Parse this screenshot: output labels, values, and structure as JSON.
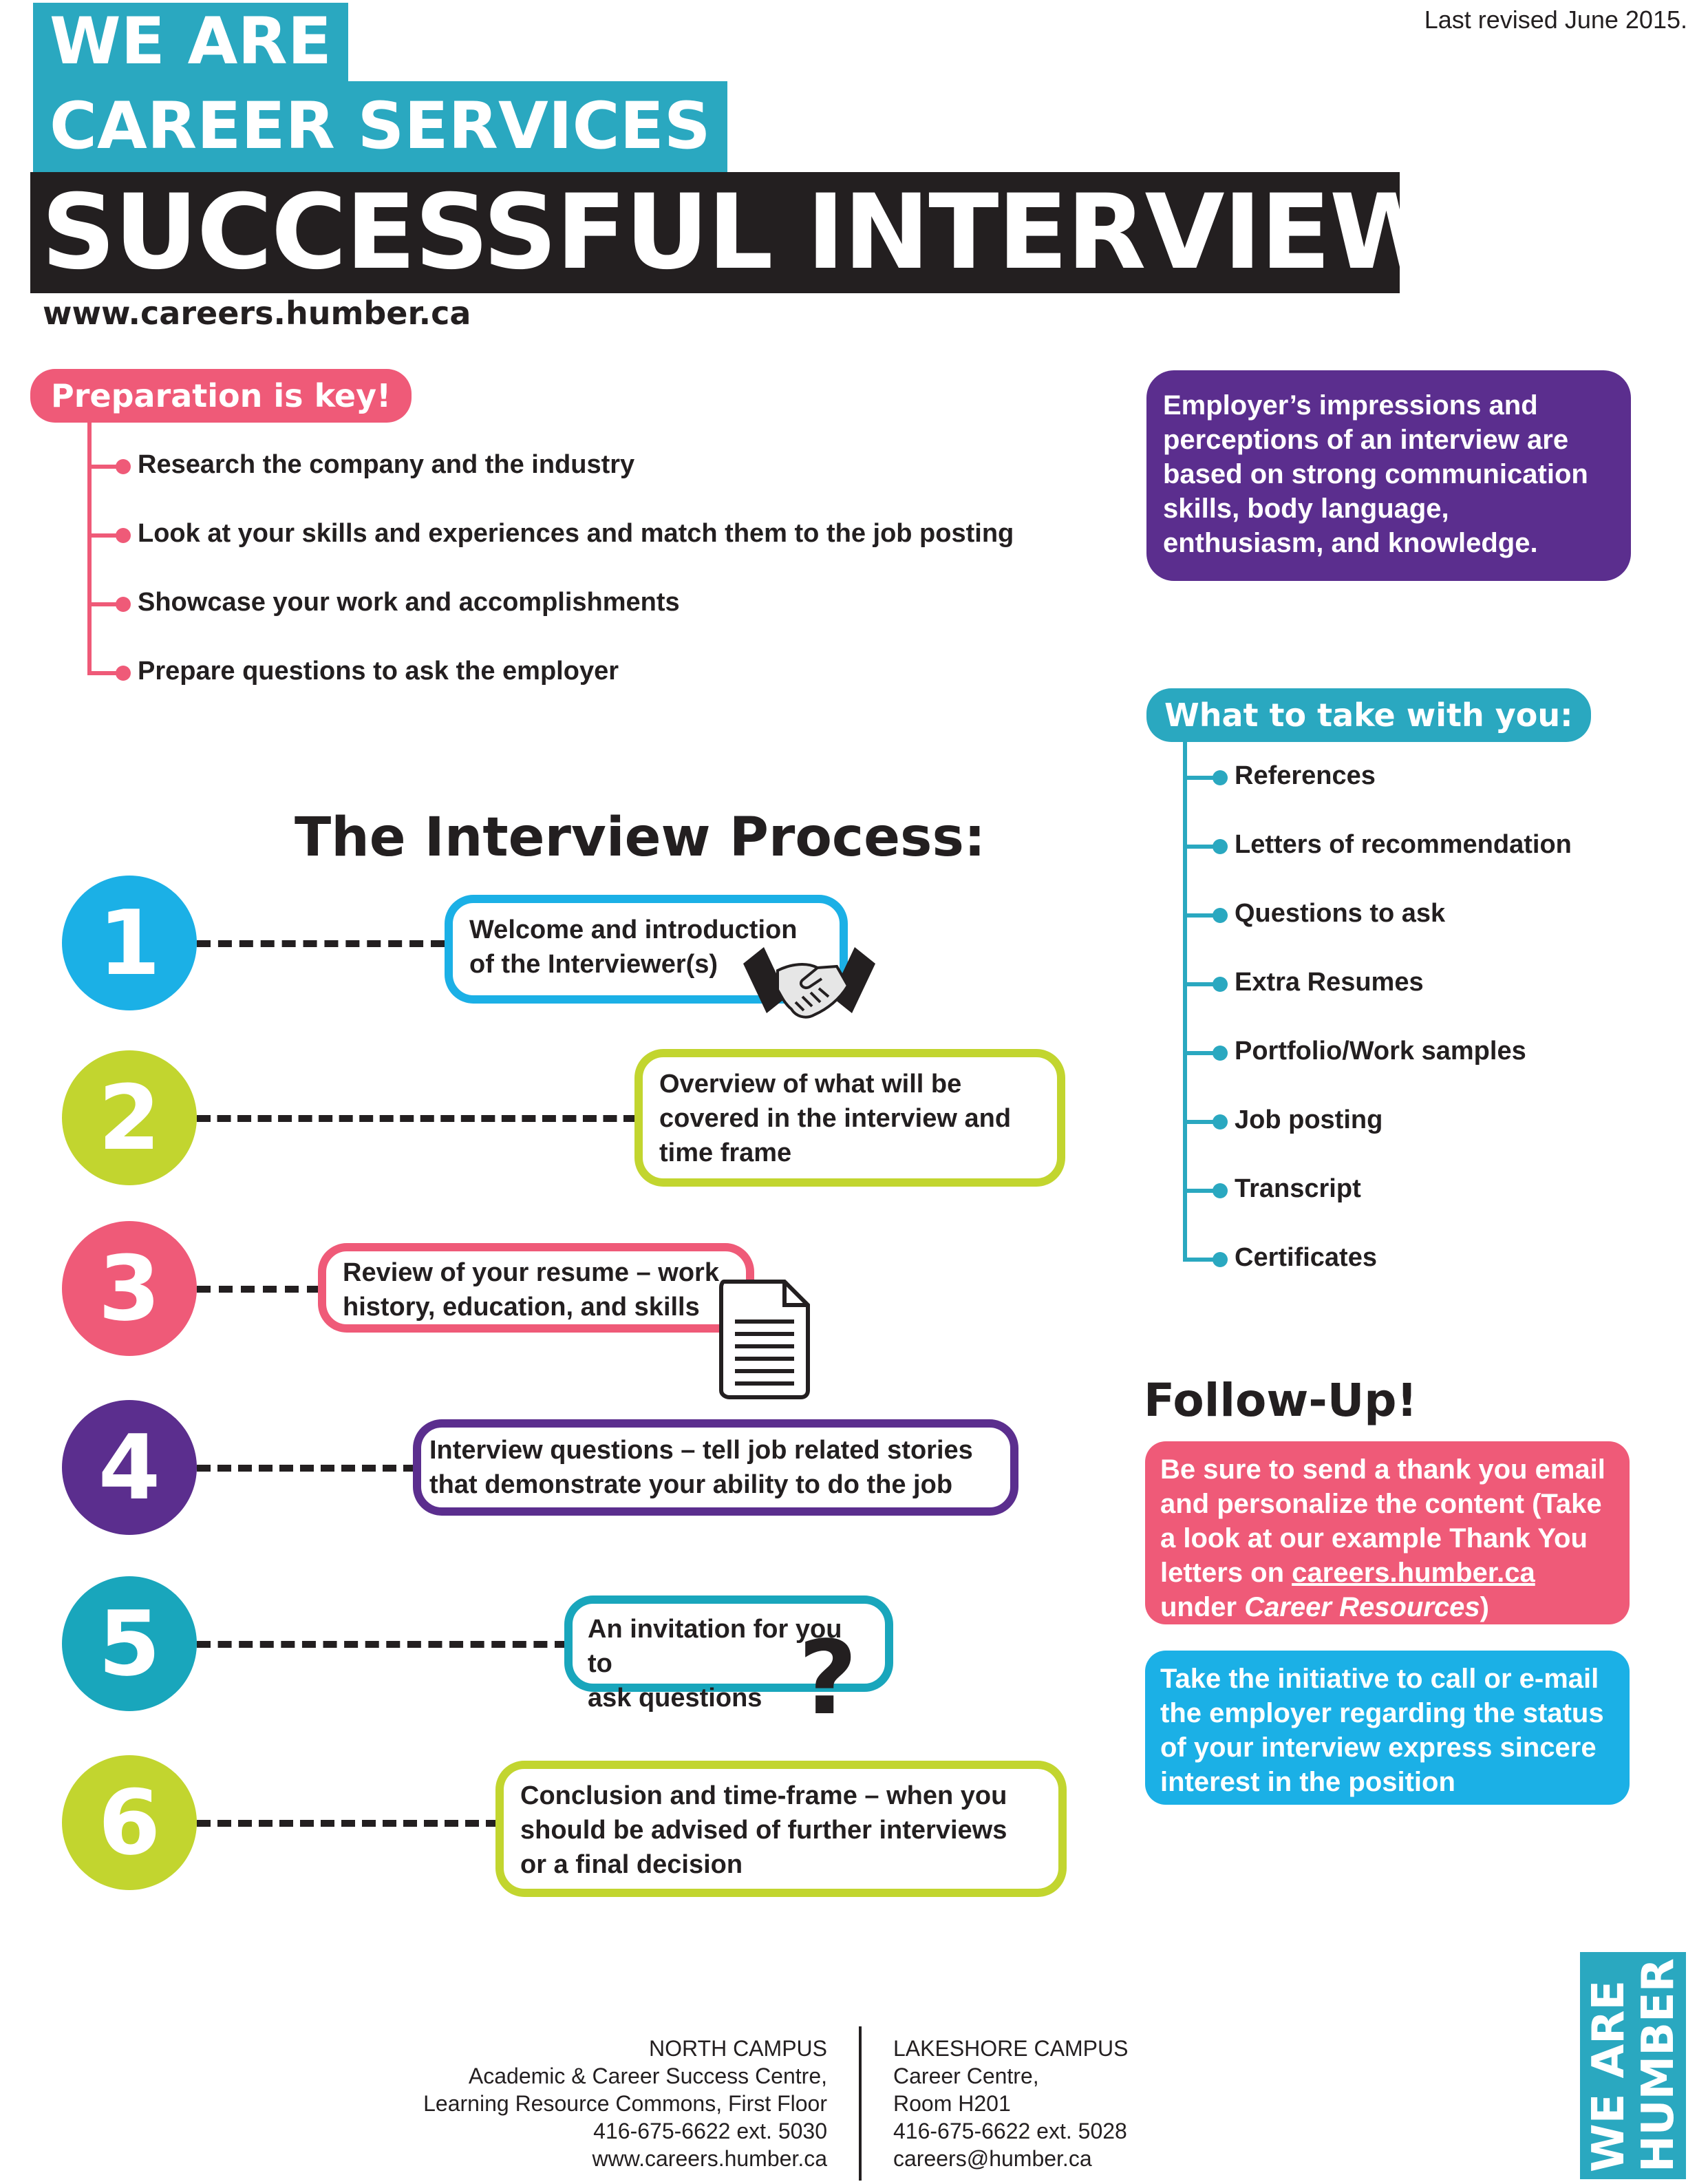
{
  "header": {
    "line1": "WE ARE",
    "line2": "CAREER SERVICES",
    "title": "SUCCESSFUL INTERVIEWING",
    "website": "www.careers.humber.ca",
    "revised": "Last revised June 2015."
  },
  "preparation": {
    "label": "Preparation is key!",
    "items": [
      "Research the company and the industry",
      "Look at your skills and experiences and match them to the job posting",
      "Showcase your work and accomplishments",
      "Prepare questions to ask the employer"
    ]
  },
  "impressions": "Employer’s impressions and perceptions of an interview are based on strong communication skills, body language, enthusiasm, and knowledge.",
  "take_with_you": {
    "label": "What to take with you:",
    "items": [
      "References",
      "Letters of recommendation",
      "Questions to ask",
      "Extra Resumes",
      "Portfolio/Work samples",
      "Job posting",
      "Transcript",
      "Certificates"
    ]
  },
  "process": {
    "title": "The Interview Process:",
    "steps": [
      {
        "number": "1",
        "line1": "Welcome and introduction",
        "line2": "of the Interviewer(s)",
        "line3": ""
      },
      {
        "number": "2",
        "line1": "Overview of what will be",
        "line2": "covered in the interview and",
        "line3": "time frame"
      },
      {
        "number": "3",
        "line1": "Review of your resume – work",
        "line2": "history, education, and skills",
        "line3": ""
      },
      {
        "number": "4",
        "line1": "Interview questions – tell job related stories",
        "line2": "that demonstrate your ability to do the job",
        "line3": ""
      },
      {
        "number": "5",
        "line1": "An invitation for you to",
        "line2": "ask questions",
        "line3": ""
      },
      {
        "number": "6",
        "line1": "Conclusion and time-frame – when you",
        "line2": "should be advised of further interviews",
        "line3": "or a final decision"
      }
    ],
    "question_mark": "?"
  },
  "followup": {
    "title": "Follow-Up!",
    "box1": {
      "before": "Be sure to send a thank you email and personalize the content (Take a look at our example Thank You letters on ",
      "link": "careers.humber.ca",
      "middle": " under ",
      "italic": "Career Resources",
      "after": ")"
    },
    "box2": "Take the initiative to call or e-mail the employer regarding the status of your interview express sincere interest in the position"
  },
  "footer": {
    "north": [
      "NORTH CAMPUS",
      "Academic & Career Success Centre,",
      "Learning Resource Commons, First Floor",
      "416-675-6622 ext. 5030",
      "www.careers.humber.ca"
    ],
    "lakeshore": [
      "LAKESHORE CAMPUS",
      "Career Centre,",
      "Room H201",
      "416-675-6622 ext. 5028",
      "careers@humber.ca"
    ],
    "logo_line1": "WE ARE",
    "logo_line2": "HUMBER"
  },
  "colors": {
    "teal": "#2aa8c0",
    "pink": "#ef5a78",
    "purple": "#5b2e8e",
    "lime": "#c2d52f",
    "cyan": "#1bb0e6",
    "dark": "#231f20"
  }
}
